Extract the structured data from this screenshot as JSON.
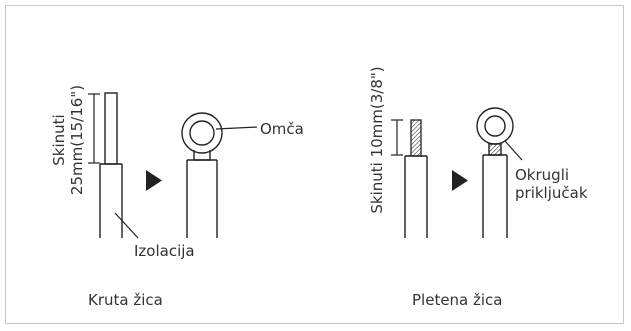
{
  "colors": {
    "line": "#222222",
    "frame": "#c8c8c8",
    "text": "#333333"
  },
  "solid_wire": {
    "strip_label_line1": "Skinuti",
    "strip_label_line2": "25mm(15/16\")",
    "loop_label": "Omča",
    "insulation_label": "Izolacija",
    "caption": "Kruta žica"
  },
  "stranded_wire": {
    "strip_label": "Skinuti 10mm(3/8\")",
    "terminal_label_line1": "Okrugli",
    "terminal_label_line2": "priključak",
    "caption": "Pletena žica"
  },
  "icons": {
    "arrow": "right-triangle-arrow-icon"
  }
}
